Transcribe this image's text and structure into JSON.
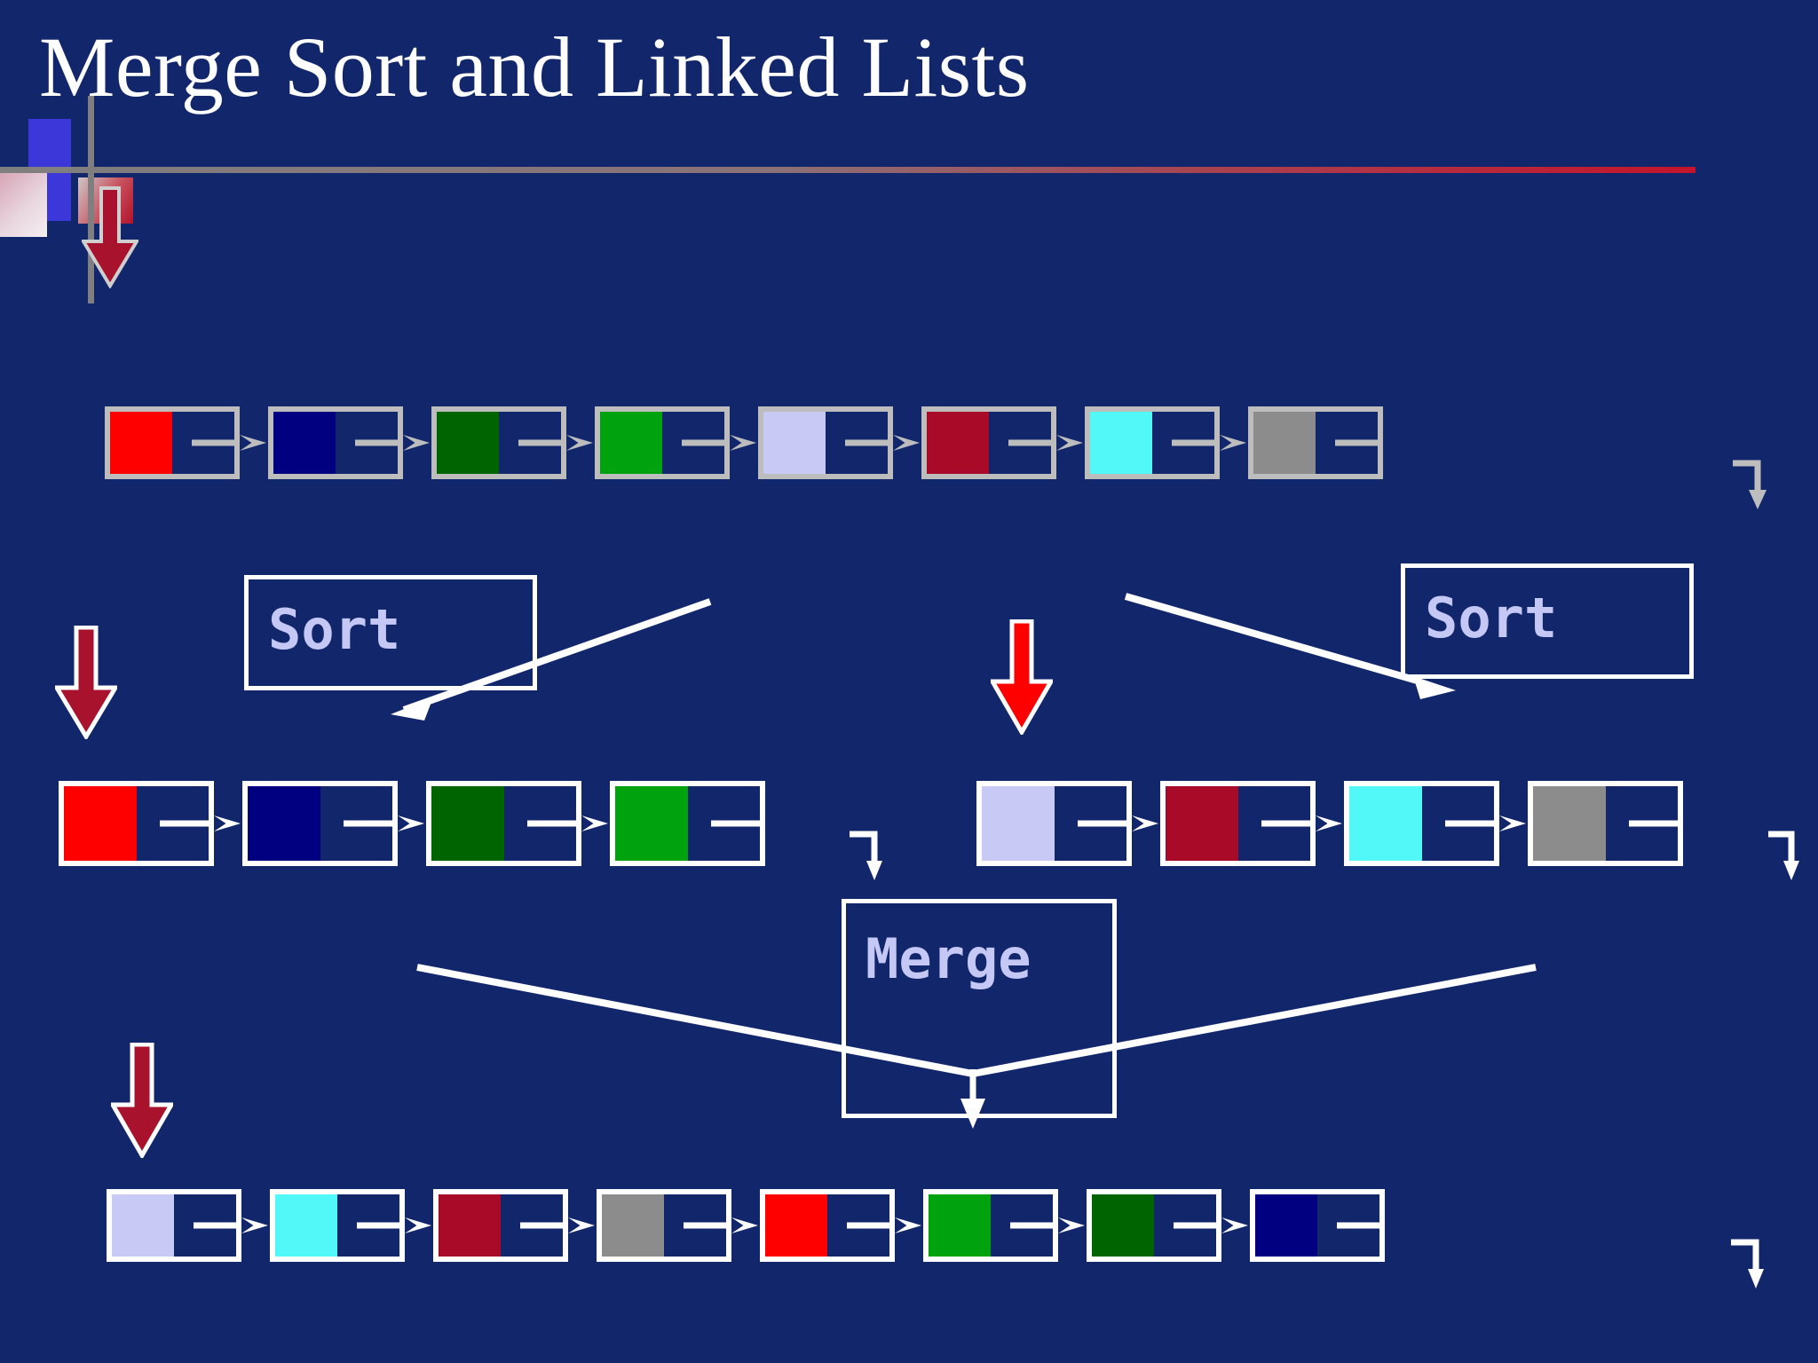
{
  "slide": {
    "title": "Merge Sort and Linked Lists",
    "background_color": "#12266b",
    "title_color": "#ffffff"
  },
  "palette": {
    "red": "#fe0000",
    "navy": "#000080",
    "dark_green": "#006400",
    "green": "#00a20e",
    "lavender": "#c9c9f5",
    "crimson": "#a80a28",
    "cyan": "#52f7f7",
    "gray": "#8c8c8c",
    "node_border_gray": "#bdbdbd",
    "node_border_white": "#ffffff",
    "arrow_dark_red": "#a8122c",
    "arrow_bright_red": "#fe0000",
    "label_text": "#c5c8f5"
  },
  "labels": {
    "sort_left": "Sort",
    "sort_right": "Sort",
    "merge": "Merge"
  },
  "lists": {
    "unsorted": {
      "name": "unsorted-list",
      "colors": [
        "red",
        "navy",
        "dark_green",
        "green",
        "lavender",
        "crimson",
        "cyan",
        "gray"
      ],
      "border": "node_border_gray",
      "node_count": 8
    },
    "left_half": {
      "name": "left-half-list",
      "colors": [
        "red",
        "navy",
        "dark_green",
        "green"
      ],
      "border": "node_border_white",
      "node_count": 4
    },
    "right_half": {
      "name": "right-half-list",
      "colors": [
        "lavender",
        "crimson",
        "cyan",
        "gray"
      ],
      "border": "node_border_white",
      "node_count": 4
    },
    "merged": {
      "name": "merged-list",
      "colors": [
        "lavender",
        "cyan",
        "crimson",
        "gray",
        "red",
        "green",
        "dark_green",
        "navy"
      ],
      "border": "node_border_white",
      "node_count": 8
    }
  },
  "arrows": {
    "top": {
      "name": "top-step-arrow",
      "color": "arrow_dark_red"
    },
    "left_sort": {
      "name": "left-sort-step-arrow",
      "color": "arrow_dark_red"
    },
    "right_sort": {
      "name": "right-sort-step-arrow",
      "color": "arrow_bright_red"
    },
    "bottom_merge": {
      "name": "merge-step-arrow",
      "color": "arrow_dark_red"
    }
  }
}
